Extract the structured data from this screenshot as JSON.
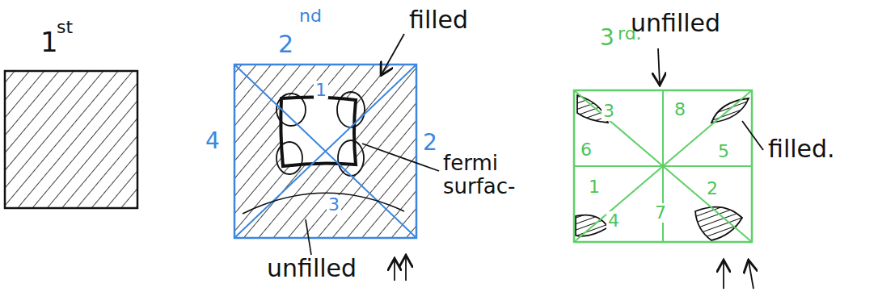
{
  "diagram": {
    "labels": [
      "1",
      "st",
      "2",
      "nd",
      "filled",
      "1",
      "4",
      "2",
      "3",
      "fermi surfac-",
      "unfilled",
      "3",
      "rd.",
      "unfilled",
      "filled.",
      "3",
      "8",
      "6",
      "5",
      "1",
      "4",
      "7",
      "2"
    ]
  }
}
